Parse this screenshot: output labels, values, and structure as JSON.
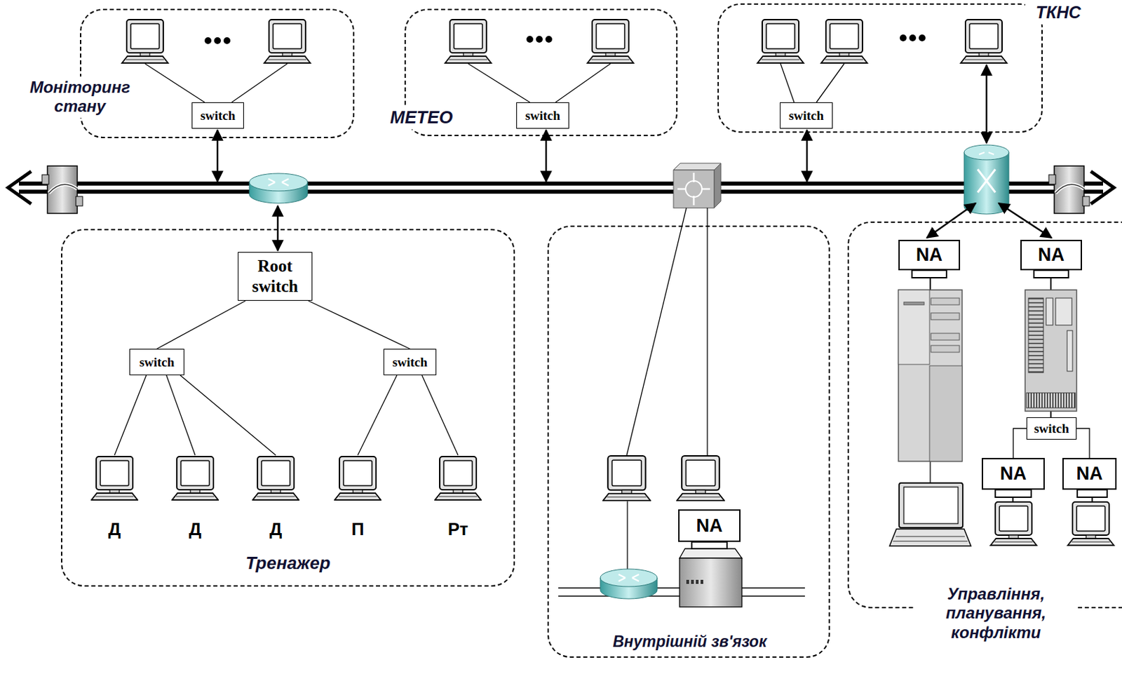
{
  "diagram": {
    "nodes": [
      {
        "text": [
          "Моніторинг стану"
        ]
      },
      {
        "text": [
          "switch"
        ],
        "in": 0
      },
      {
        "text": [
          "МЕТЕО"
        ]
      },
      {
        "text": [
          "switch"
        ],
        "in": 2
      },
      {
        "text": [
          "ТКНС"
        ]
      },
      {
        "text": [
          "switch"
        ],
        "in": 4
      },
      {
        "text": [
          "Тренажер"
        ]
      },
      {
        "text": [
          "Root switch"
        ],
        "in": 6
      },
      {
        "text": [
          "switch"
        ],
        "in": 6
      },
      {
        "text": [
          "switch"
        ],
        "in": 6
      },
      {
        "text": [
          "Д"
        ],
        "in": 6
      },
      {
        "text": [
          "Д"
        ],
        "in": 6
      },
      {
        "text": [
          "Д"
        ],
        "in": 6
      },
      {
        "text": [
          "П"
        ],
        "in": 6
      },
      {
        "text": [
          "Рт"
        ],
        "in": 6
      },
      {
        "text": [
          "Внутрішній зв'язок"
        ]
      },
      {
        "text": [
          "NA"
        ],
        "in": 15
      },
      {
        "text": [
          "Управління, планування, конфлікти"
        ]
      },
      {
        "text": [
          "NA"
        ],
        "in": 17
      },
      {
        "text": [
          "NA"
        ],
        "in": 17
      },
      {
        "text": [
          "switch"
        ],
        "in": 17
      },
      {
        "text": [
          "NA"
        ],
        "in": 17
      },
      {
        "text": [
          "NA"
        ],
        "in": 17
      }
    ],
    "edges": [
      {
        "from": 7,
        "to": 8,
        "arrow": "none"
      },
      {
        "from": 7,
        "to": 9,
        "arrow": "none"
      },
      {
        "from": 8,
        "to": 10,
        "arrow": "none"
      },
      {
        "from": 8,
        "to": 11,
        "arrow": "none"
      },
      {
        "from": 8,
        "to": 12,
        "arrow": "none"
      },
      {
        "from": 9,
        "to": 13,
        "arrow": "none"
      },
      {
        "from": 9,
        "to": 14,
        "arrow": "none"
      },
      {
        "from": 20,
        "to": 21,
        "arrow": "none"
      },
      {
        "from": 20,
        "to": 22,
        "arrow": "none"
      }
    ]
  }
}
